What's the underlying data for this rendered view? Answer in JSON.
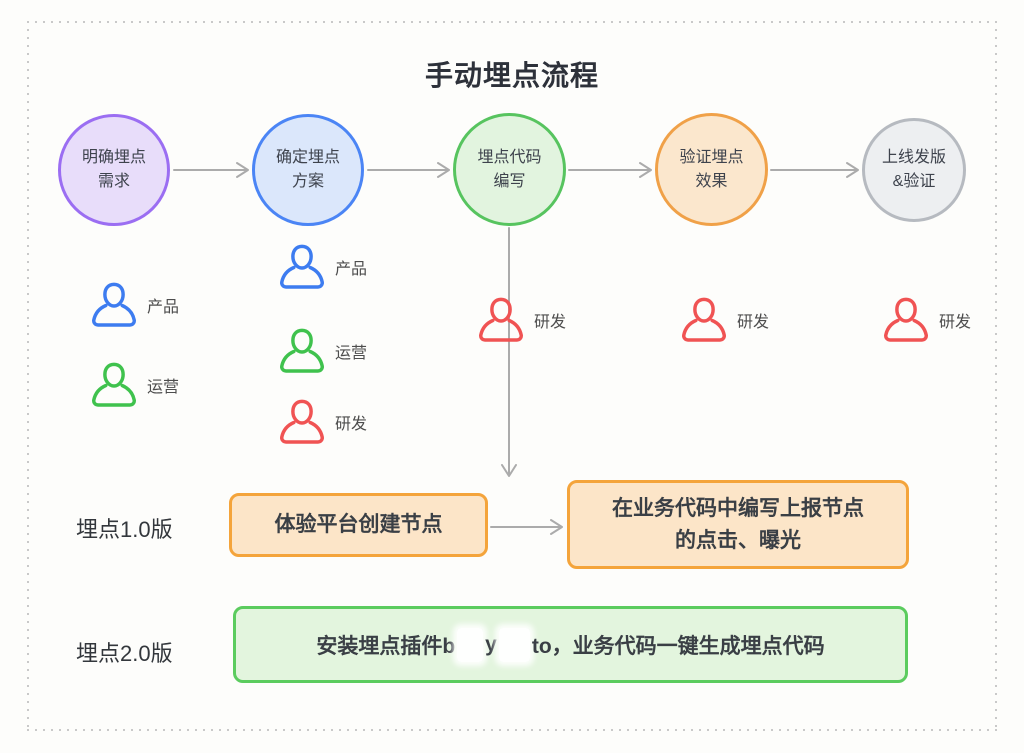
{
  "title": "手动埋点流程",
  "flow": {
    "steps": [
      {
        "line1": "明确埋点",
        "line2": "需求",
        "border_color": "#9b6ef2",
        "fill_color": "#e8ddfa"
      },
      {
        "line1": "确定埋点",
        "line2": "方案",
        "border_color": "#4b85f5",
        "fill_color": "#dbe7fb"
      },
      {
        "line1": "埋点代码",
        "line2": "编写",
        "border_color": "#57c45f",
        "fill_color": "#e2f4df"
      },
      {
        "line1": "验证埋点",
        "line2": "效果",
        "border_color": "#f0a148",
        "fill_color": "#fbe7cd"
      },
      {
        "line1": "上线发版",
        "line2": "&验证",
        "border_color": "#b6bac0",
        "fill_color": "#edeff1"
      }
    ]
  },
  "roles": {
    "step1": [
      {
        "label": "产品",
        "color": "#3d7cf0"
      },
      {
        "label": "运营",
        "color": "#3fc24d"
      }
    ],
    "step2": [
      {
        "label": "产品",
        "color": "#3d7cf0"
      },
      {
        "label": "运营",
        "color": "#3fc24d"
      },
      {
        "label": "研发",
        "color": "#f05353"
      }
    ],
    "step3": [
      {
        "label": "研发",
        "color": "#f05353"
      }
    ],
    "step4": [
      {
        "label": "研发",
        "color": "#f05353"
      }
    ],
    "step5": [
      {
        "label": "研发",
        "color": "#f05353"
      }
    ]
  },
  "version1": {
    "row_label": "埋点1.0版",
    "box1_text": "体验平台创建节点",
    "box2_line1": "在业务代码中编写上报节点",
    "box2_line2": "的点击、曝光",
    "box_border_color": "#f4a43b",
    "box_fill_color": "#fce5c8"
  },
  "version2": {
    "row_label": "埋点2.0版",
    "text_part1": "安装埋点插件b",
    "text_part2": "y",
    "text_part3": "to，业务代码一键生成埋点代码",
    "box_border_color": "#5bcc5e",
    "box_fill_color": "#e3f5de"
  },
  "connector_color": "#ababab",
  "frame_dot_color": "#c9c9c9"
}
